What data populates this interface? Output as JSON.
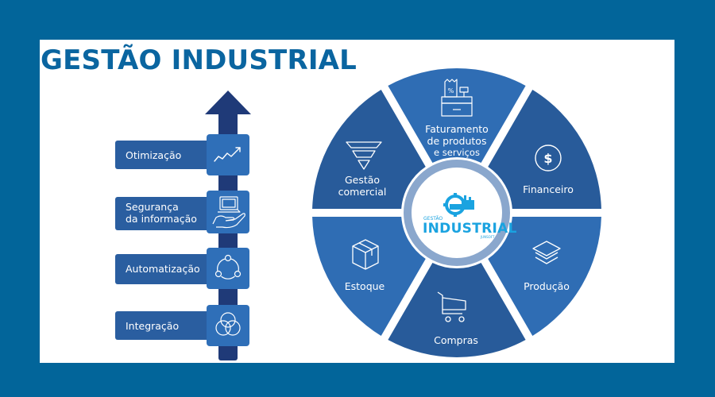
{
  "title": "GESTÃO INDUSTRIAL",
  "colors": {
    "frame": "#02659a",
    "title": "#0a65a0",
    "arrow": "#1f3a78",
    "label_box": "#2a5ea0",
    "icon_box": "#2f6fb8",
    "wheel_light": "#2f6db4",
    "wheel_dark": "#285b9a",
    "ring": "#8aa7cd",
    "logo": "#1aa3e0"
  },
  "ladder": {
    "items": [
      {
        "label": "Otimização",
        "icon": "trending-up-icon"
      },
      {
        "label": "Segurança da informação",
        "line1": "Segurança",
        "line2": "da informação",
        "icon": "laptop-in-hand-icon"
      },
      {
        "label": "Automatização",
        "icon": "cycle-nodes-icon"
      },
      {
        "label": "Integração",
        "icon": "venn-circles-icon"
      }
    ]
  },
  "wheel": {
    "center_logo": {
      "small": "GESTÃO",
      "main": "INDUSTRIAL",
      "tag": "JUNSOFT"
    },
    "segments": [
      {
        "id": "faturamento",
        "line1": "Faturamento",
        "line2": "de produtos",
        "line3": "e serviços",
        "icon": "cash-register-icon"
      },
      {
        "id": "financeiro",
        "label": "Financeiro",
        "icon": "dollar-circle-icon"
      },
      {
        "id": "producao",
        "label": "Produção",
        "icon": "layers-icon"
      },
      {
        "id": "compras",
        "label": "Compras",
        "icon": "shopping-cart-icon"
      },
      {
        "id": "estoque",
        "label": "Estoque",
        "icon": "box-icon"
      },
      {
        "id": "gestao-comercial",
        "line1": "Gestão",
        "line2": "comercial",
        "icon": "funnel-icon"
      }
    ]
  }
}
